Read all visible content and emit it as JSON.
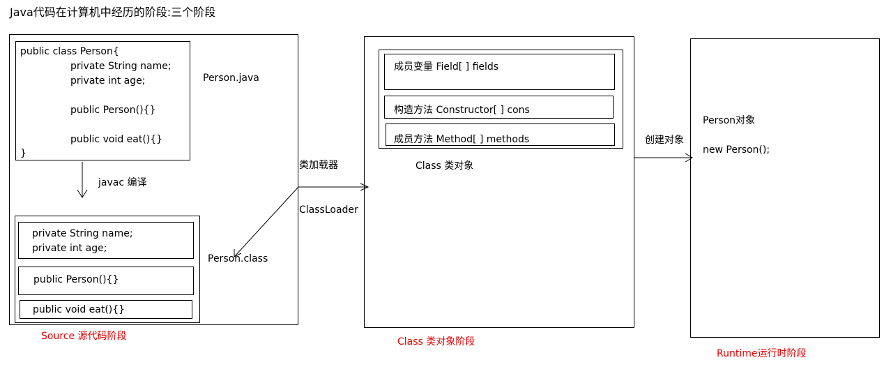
{
  "title": "Java代码在计算机中经历的阶段:三个阶段",
  "source": {
    "code_lines": [
      "public class Person{",
      "private String name;",
      "private int age;",
      "public Person(){}",
      "public void eat(){}",
      "}"
    ],
    "file_label": "Person.java",
    "compile_label": "javac 编译",
    "class_file_label": "Person.class",
    "class_fields": [
      "private String name;",
      "private int age;"
    ],
    "class_constructor": "public Person(){}",
    "class_method": "public void eat(){}",
    "stage_label": "Source 源代码阶段"
  },
  "loader": {
    "label_cn": "类加载器",
    "label_en": "ClassLoader"
  },
  "class_object": {
    "fields_label": "成员变量  Field[ ] fields",
    "constructors_label": "构造方法  Constructor[ ] cons",
    "methods_label": "成员方法 Method[ ] methods",
    "caption": "Class 类对象",
    "stage_label": "Class 类对象阶段"
  },
  "runtime": {
    "create_label": "创建对象",
    "object_label": "Person对象",
    "new_expr": "new Person();",
    "stage_label": "Runtime运行时阶段"
  }
}
